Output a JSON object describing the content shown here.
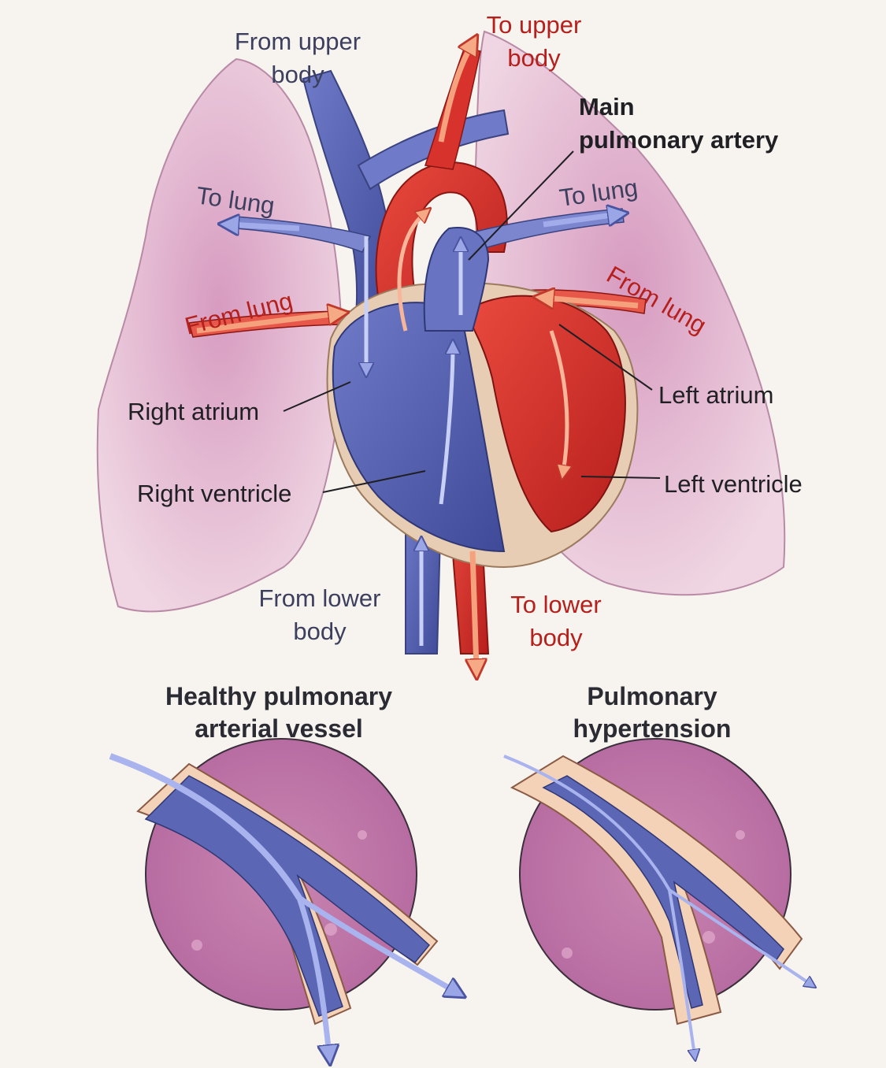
{
  "labels": {
    "from_upper_body_line1": "From upper",
    "from_upper_body_line2": "body",
    "to_upper_body_line1": "To upper",
    "to_upper_body_line2": "body",
    "main_pa_line1": "Main",
    "main_pa_line2": "pulmonary artery",
    "to_lung_left": "To lung",
    "to_lung_right": "To lung",
    "from_lung_left": "From lung",
    "from_lung_right": "From lung",
    "right_atrium": "Right atrium",
    "left_atrium": "Left atrium",
    "right_ventricle": "Right ventricle",
    "left_ventricle": "Left ventricle",
    "from_lower_body_line1": "From lower",
    "from_lower_body_line2": "body",
    "to_lower_body_line1": "To lower",
    "to_lower_body_line2": "body"
  },
  "insets": {
    "healthy_title_line1": "Healthy pulmonary",
    "healthy_title_line2": "arterial vessel",
    "ph_title_line1": "Pulmonary",
    "ph_title_line2": "hypertension"
  },
  "colors": {
    "background": "#f7f3ef",
    "lung": "#e9c3d6",
    "deoxygenated_blue": "#5b66b4",
    "oxygenated_red": "#d8322c",
    "label_blue": "#3d3f5e",
    "label_red": "#b5201c",
    "label_dark": "#1f1f24",
    "vessel_wall": "#f3d2b8"
  }
}
